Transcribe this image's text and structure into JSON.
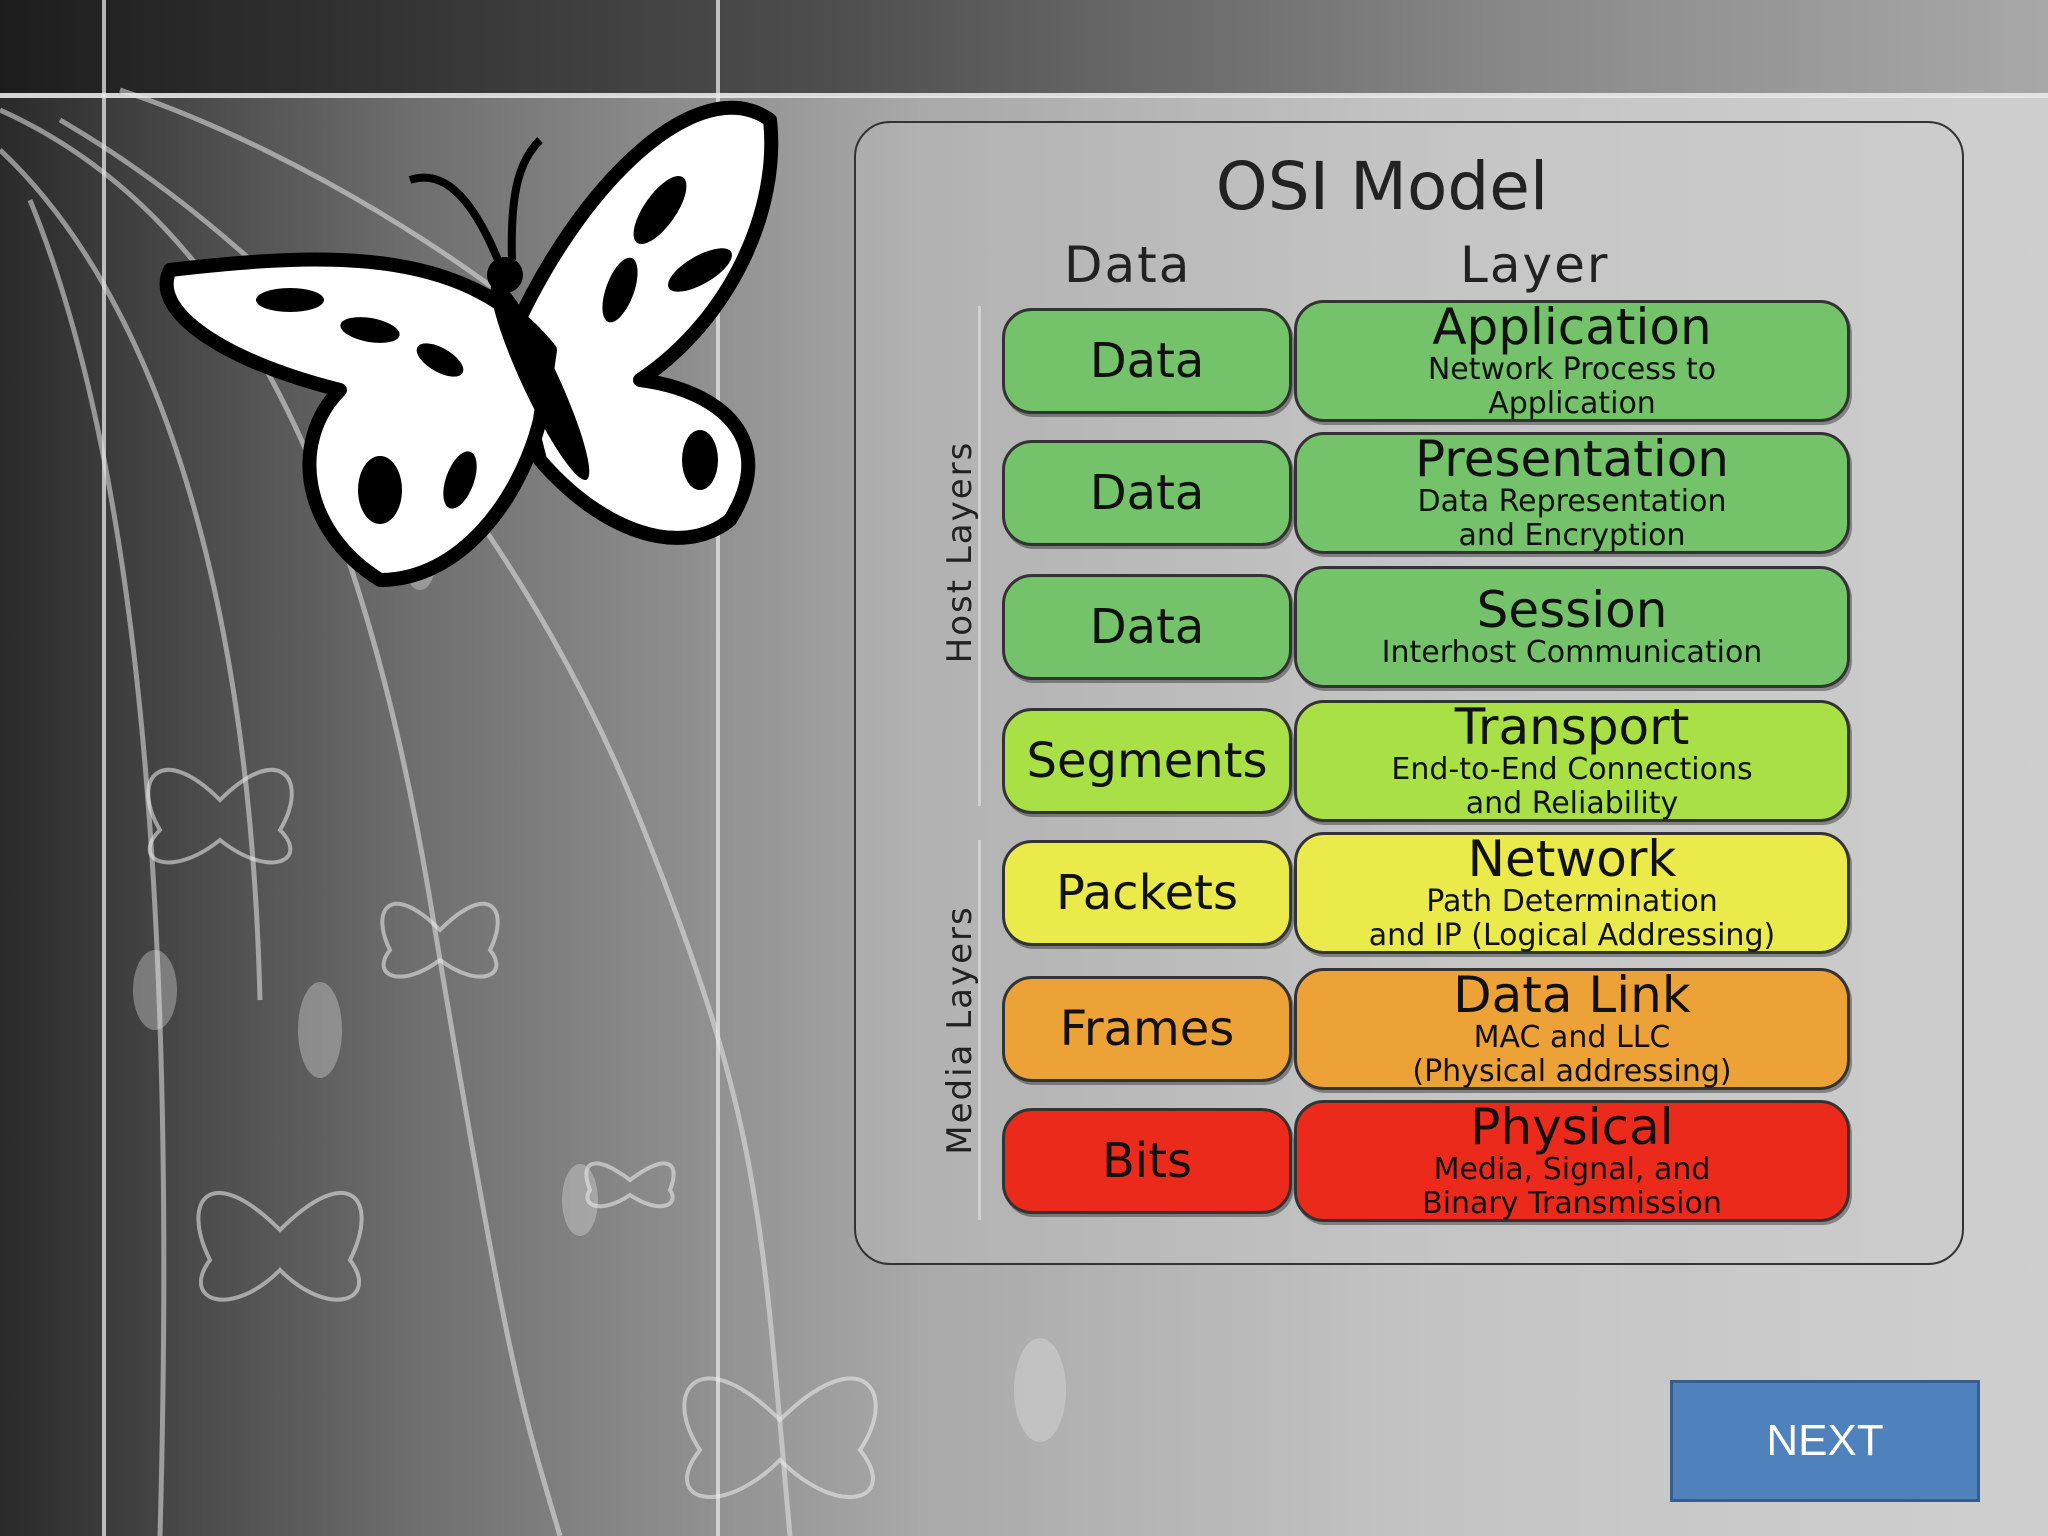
{
  "diagram": {
    "title": "OSI Model",
    "col_data": "Data",
    "col_layer": "Layer",
    "host_label": "Host Layers",
    "media_label": "Media Layers",
    "rows": [
      {
        "unit": "Data",
        "name": "Application",
        "desc1": "Network Process to",
        "desc2": "Application",
        "color": "#74c26a"
      },
      {
        "unit": "Data",
        "name": "Presentation",
        "desc1": "Data Representation",
        "desc2": "and Encryption",
        "color": "#74c26a"
      },
      {
        "unit": "Data",
        "name": "Session",
        "desc1": "Interhost Communication",
        "desc2": "",
        "color": "#74c26a"
      },
      {
        "unit": "Segments",
        "name": "Transport",
        "desc1": "End-to-End Connections",
        "desc2": "and Reliability",
        "color": "#a9e046"
      },
      {
        "unit": "Packets",
        "name": "Network",
        "desc1": "Path Determination",
        "desc2": "and IP (Logical Addressing)",
        "color": "#eaea4a"
      },
      {
        "unit": "Frames",
        "name": "Data Link",
        "desc1": "MAC and LLC",
        "desc2": "(Physical addressing)",
        "color": "#eca236"
      },
      {
        "unit": "Bits",
        "name": "Physical",
        "desc1": "Media, Signal, and",
        "desc2": "Binary Transmission",
        "color": "#ec2a1c"
      }
    ]
  },
  "nav": {
    "next_label": "NEXT"
  }
}
